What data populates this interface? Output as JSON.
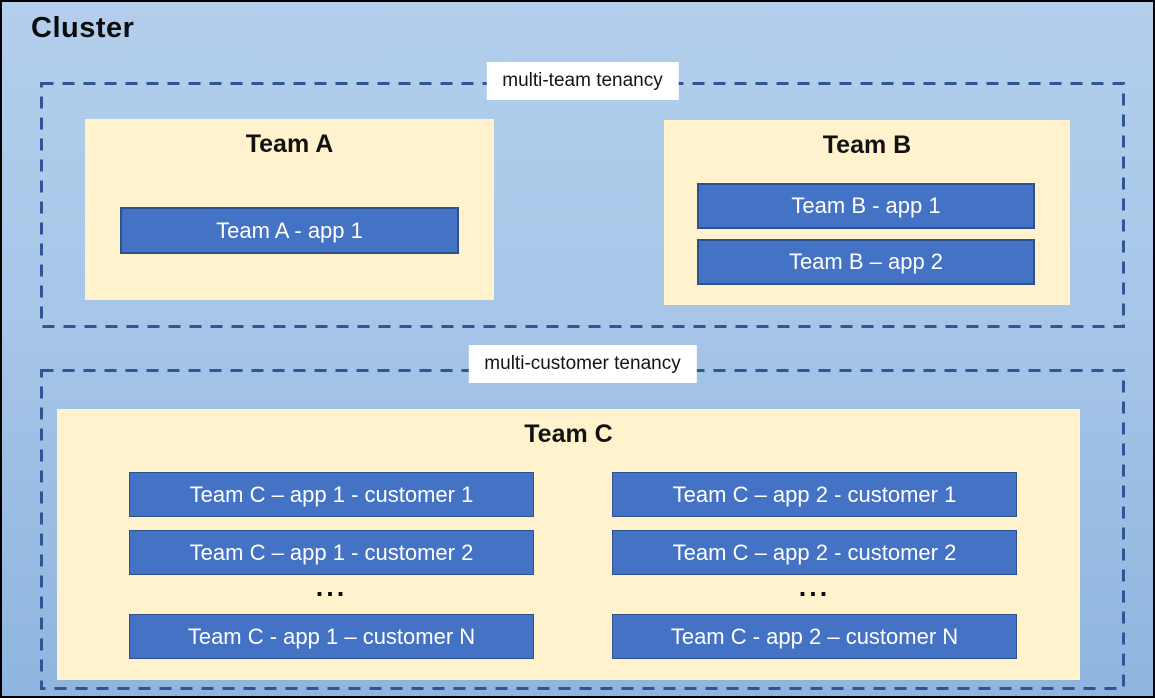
{
  "diagram": {
    "title": "Cluster",
    "groups": [
      {
        "label": "multi-team tenancy",
        "teams": [
          {
            "name": "Team A",
            "apps": [
              "Team A - app 1"
            ]
          },
          {
            "name": "Team B",
            "apps": [
              "Team B - app 1",
              "Team B – app 2"
            ]
          }
        ]
      },
      {
        "label": "multi-customer tenancy",
        "teams": [
          {
            "name": "Team C",
            "columns": [
              {
                "items": [
                  "Team C – app 1 - customer 1",
                  "Team C – app 1 - customer 2"
                ],
                "ellipsis": "...",
                "last": "Team C - app 1 – customer N"
              },
              {
                "items": [
                  "Team C – app 2 - customer 1",
                  "Team C – app 2 - customer 2"
                ],
                "ellipsis": "...",
                "last": "Team C - app 2 – customer N"
              }
            ]
          }
        ]
      }
    ],
    "colors": {
      "background_top": "#B3CFEC",
      "background_bottom": "#8FB5DF",
      "panel_fill": "#FFF2CC",
      "app_fill": "#4472C4",
      "app_border": "#2F528F",
      "dashed_border": "#2F5597",
      "label_background": "#FFFFFF",
      "outer_border": "#000000",
      "heading_text": "#0D0D0D",
      "app_text": "#FFFFFF"
    }
  }
}
